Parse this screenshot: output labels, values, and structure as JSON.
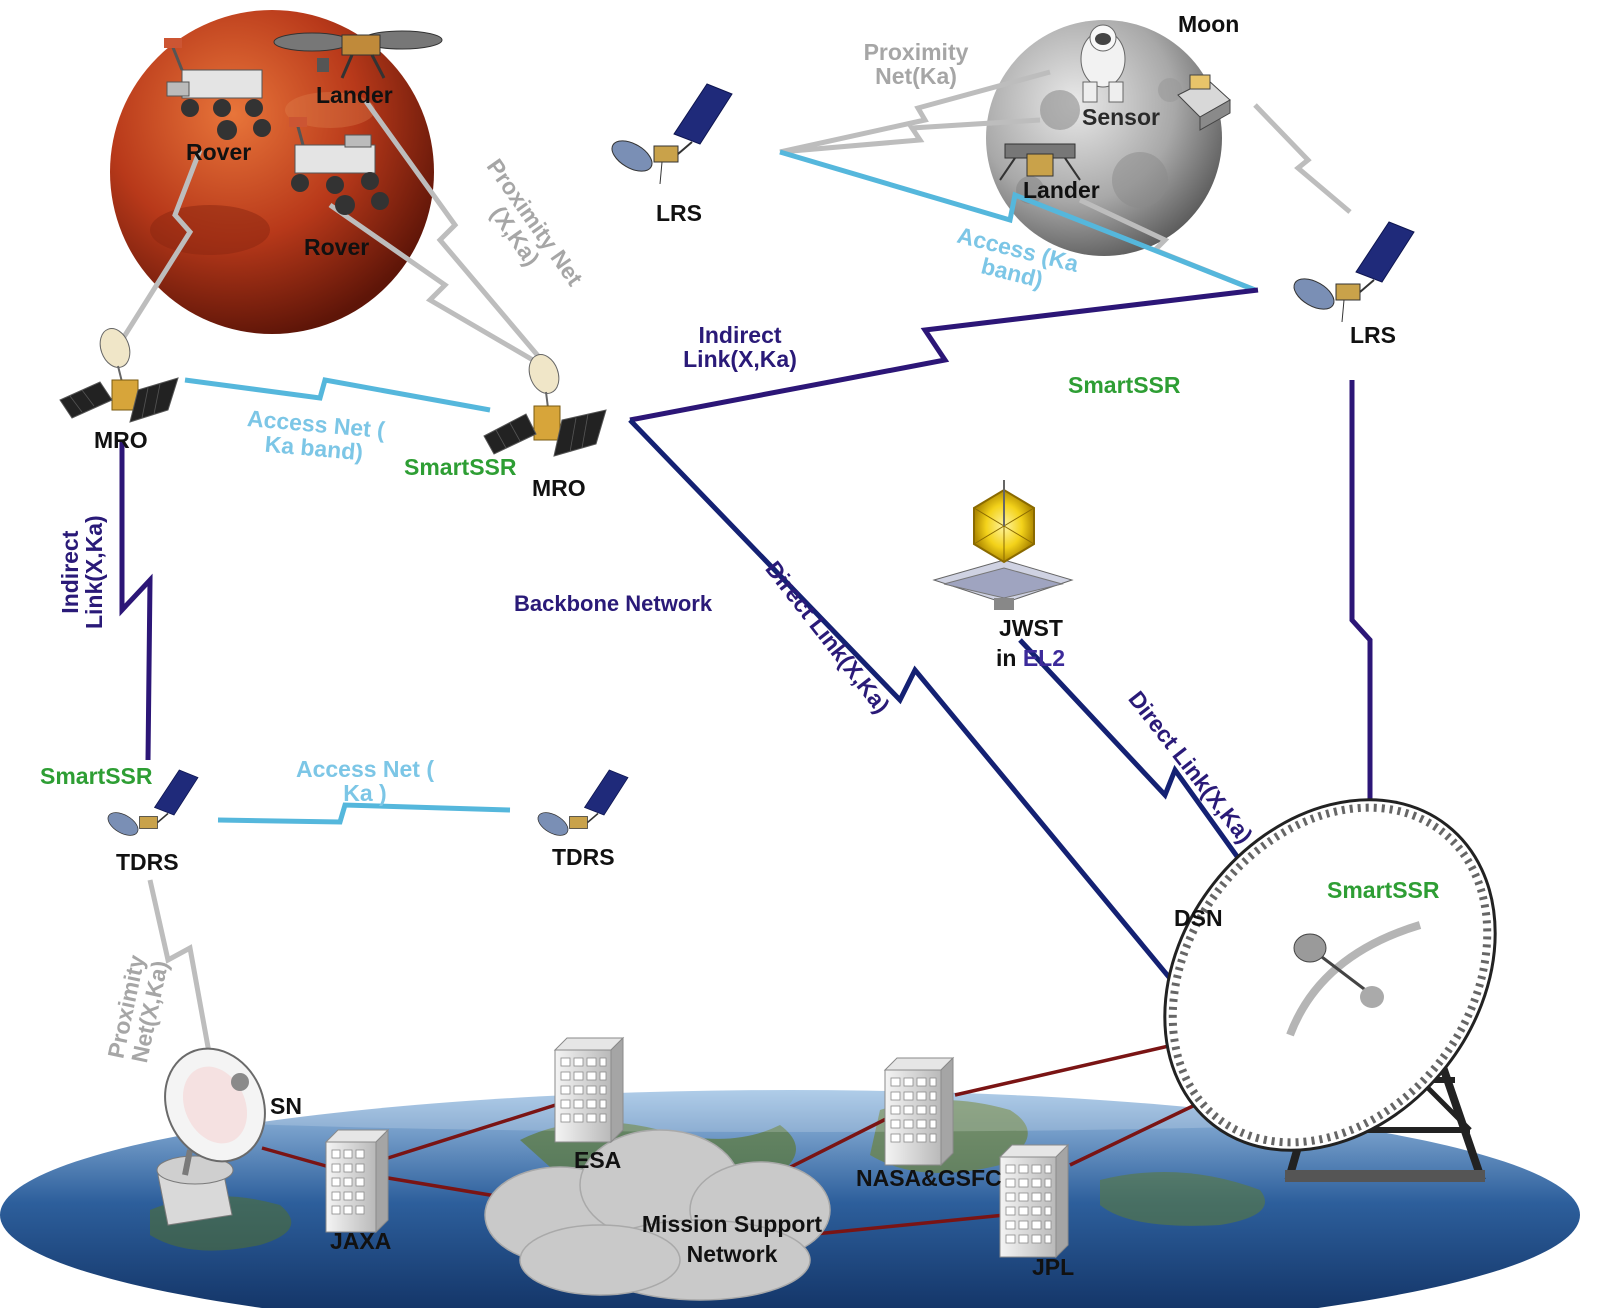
{
  "colors": {
    "proximity": "#b9b9b9",
    "access": "#57b8dd",
    "indirect": "#2c1677",
    "direct": "#142173",
    "ground": "#7a1414",
    "smartssr": "#2e9e34"
  },
  "icons": [
    "mars-icon",
    "moon-icon",
    "earth-icon",
    "rover-icon",
    "lander-icon",
    "astronaut-icon",
    "sensor-icon",
    "satellite-icon",
    "orbiter-icon",
    "telescope-icon",
    "dish-icon",
    "building-icon",
    "cloud-icon"
  ],
  "labels": {
    "moon": "Moon",
    "lander_mars": "Lander",
    "rover_1": "Rover",
    "rover_2": "Rover",
    "proximity_mars": "Proximity Net (X,Ka)",
    "proximity_moon": "Proximity Net(Ka)",
    "lrs_1": "LRS",
    "lrs_2": "LRS",
    "sensor": "Sensor",
    "lander_moon": "Lander",
    "access_moon": "Access (Ka band)",
    "indirect_top": "Indirect Link(X,Ka)",
    "indirect_left": "Indirect Link(X,Ka)",
    "smartssr_moon": "SmartSSR",
    "smartssr_mro": "SmartSSR",
    "smartssr_tdrs": "SmartSSR",
    "smartssr_dsn": "SmartSSR",
    "mro_1": "MRO",
    "mro_2": "MRO",
    "access_mars": "Access Net ( Ka band)",
    "backbone": "Backbone Network",
    "direct_1": "Direct Link(X,Ka)",
    "direct_2": "Direct Link(X,Ka)",
    "jwst": "JWST",
    "jwst_in": "in",
    "jwst_el2": "EL2",
    "access_tdrs": "Access Net ( Ka )",
    "tdrs_1": "TDRS",
    "tdrs_2": "TDRS",
    "dsn": "DSN",
    "proximity_sn": "Proximity Net(X,Ka)",
    "sn": "SN",
    "esa": "ESA",
    "nasa": "NASA&GSFC",
    "jaxa": "JAXA",
    "jpl": "JPL",
    "mission_support": "Mission Support Network"
  }
}
